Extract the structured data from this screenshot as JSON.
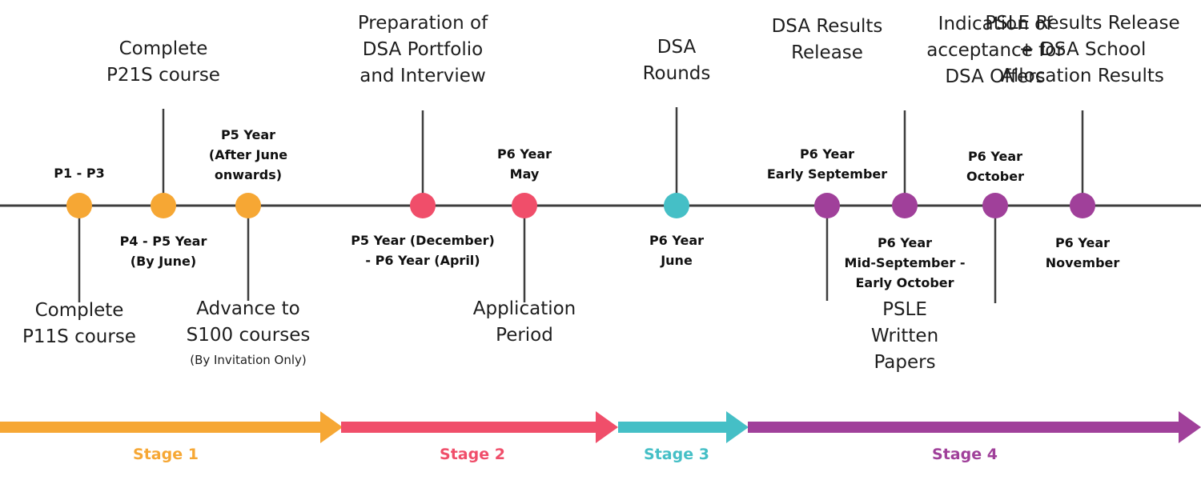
{
  "colors": {
    "orange": "#f6a734",
    "red": "#f04e6a",
    "teal": "#45bfc6",
    "purple": "#a0409a",
    "line": "#3e3e3e"
  },
  "milestones": [
    {
      "id": "p1-p3",
      "color": "orange",
      "date": [
        "P1 - P3"
      ],
      "date_pos": "above",
      "label": [
        "Complete",
        "P11S course"
      ],
      "label_pos": "below"
    },
    {
      "id": "p4-p5",
      "color": "orange",
      "date": [
        "P4 - P5 Year",
        "(By June)"
      ],
      "date_pos": "below",
      "label": [
        "Complete",
        "P21S course"
      ],
      "label_pos": "above"
    },
    {
      "id": "p5-after-june",
      "color": "orange",
      "date": [
        "P5 Year",
        "(After June",
        "onwards)"
      ],
      "date_pos": "above",
      "label": [
        "Advance to",
        "S100 courses"
      ],
      "note": "(By Invitation Only)",
      "label_pos": "below"
    },
    {
      "id": "p5-dec-p6-apr",
      "color": "red",
      "date": [
        "P5 Year (December)",
        "- P6 Year (April)"
      ],
      "date_pos": "below",
      "label": [
        "Preparation of",
        "DSA Portfolio",
        "and Interview"
      ],
      "label_pos": "above"
    },
    {
      "id": "p6-may",
      "color": "red",
      "date": [
        "P6 Year",
        "May"
      ],
      "date_pos": "above",
      "label": [
        "Application",
        "Period"
      ],
      "label_pos": "below"
    },
    {
      "id": "p6-june",
      "color": "teal",
      "date": [
        "P6 Year",
        "June"
      ],
      "date_pos": "below",
      "label": [
        "DSA",
        "Rounds"
      ],
      "label_pos": "above"
    },
    {
      "id": "p6-early-sept",
      "color": "purple",
      "date": [
        "P6 Year",
        "Early September"
      ],
      "date_pos": "above",
      "label": [
        "DSA Results",
        "Release"
      ],
      "label_pos": "below"
    },
    {
      "id": "p6-mid-sept",
      "color": "purple",
      "date": [
        "P6 Year",
        "Mid-September -",
        "Early October"
      ],
      "date_pos": "below",
      "label": [
        "PSLE",
        "Written",
        "Papers"
      ],
      "label_pos": "above"
    },
    {
      "id": "p6-october",
      "color": "purple",
      "date": [
        "P6 Year",
        "October"
      ],
      "date_pos": "above",
      "label": [
        "Indication of",
        "acceptance for",
        "DSA Offers"
      ],
      "label_pos": "below"
    },
    {
      "id": "p6-november",
      "color": "purple",
      "date": [
        "P6 Year",
        "November"
      ],
      "date_pos": "below",
      "label": [
        "PSLE Results Release",
        "+ DSA School",
        "Allocation Results"
      ],
      "label_pos": "above"
    }
  ],
  "stages": [
    {
      "id": "stage-1",
      "label": "Stage 1",
      "color": "orange"
    },
    {
      "id": "stage-2",
      "label": "Stage 2",
      "color": "red"
    },
    {
      "id": "stage-3",
      "label": "Stage 3",
      "color": "teal"
    },
    {
      "id": "stage-4",
      "label": "Stage 4",
      "color": "purple"
    }
  ]
}
